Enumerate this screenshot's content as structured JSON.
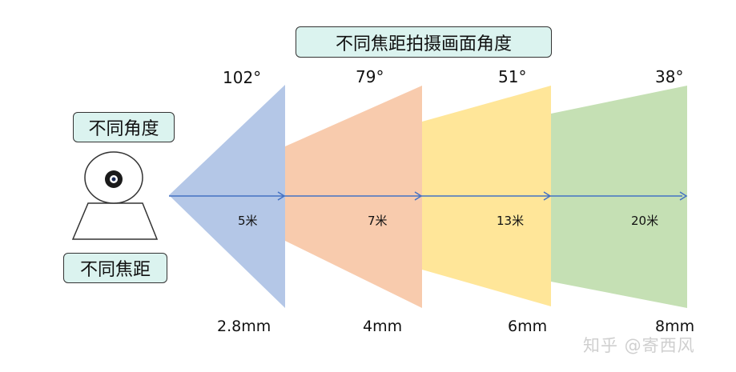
{
  "title": "不同焦距拍摄画面角度",
  "labels": {
    "angle": "不同角度",
    "focal": "不同焦距"
  },
  "sections": [
    {
      "angle": "102°",
      "distance": "5米",
      "focal": "2.8mm",
      "color": "#b4c7e7"
    },
    {
      "angle": "79°",
      "distance": "7米",
      "focal": "4mm",
      "color": "#f8cbad"
    },
    {
      "angle": "51°",
      "distance": "13米",
      "focal": "6mm",
      "color": "#ffe699"
    },
    {
      "angle": "38°",
      "distance": "20米",
      "focal": "8mm",
      "color": "#c5e0b4"
    }
  ],
  "arrow_color": "#4472c4",
  "watermark": "知乎 @寄西风"
}
